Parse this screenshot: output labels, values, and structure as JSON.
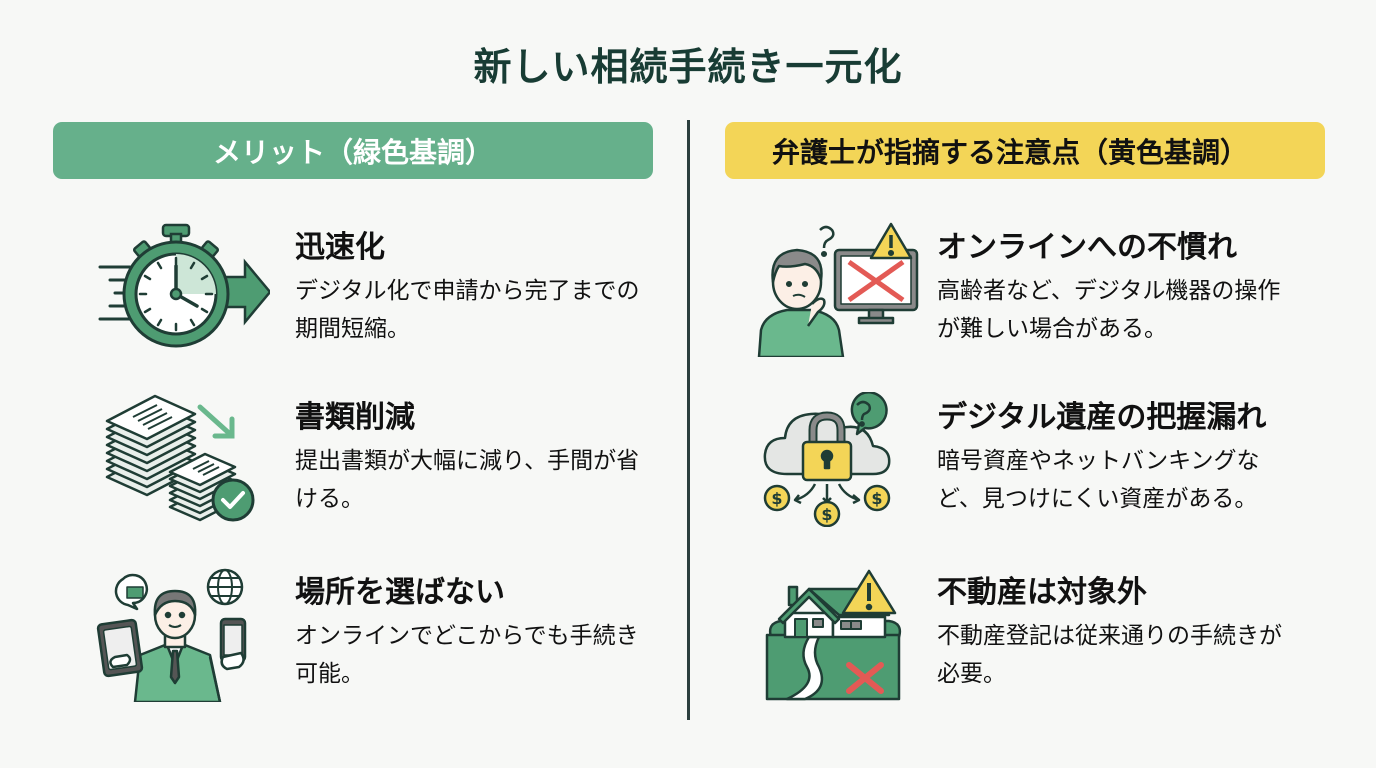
{
  "title": "新しい相続手続き一元化",
  "colors": {
    "merit_header": "#66b08b",
    "caution_header": "#f3d557",
    "title_text": "#183c34",
    "icon_green": "#4e9c72",
    "icon_dark": "#1f3d35",
    "warning_yellow": "#f3d557",
    "error_red": "#e35a55"
  },
  "merits": {
    "header": "メリット（緑色基調）",
    "items": [
      {
        "icon": "stopwatch-icon",
        "title": "迅速化",
        "desc": "デジタル化で申請から完了までの期間短縮。"
      },
      {
        "icon": "document-stack-icon",
        "title": "書類削減",
        "desc": "提出書類が大幅に減り、手間が省ける。"
      },
      {
        "icon": "businessman-devices-icon",
        "title": "場所を選ばない",
        "desc": "オンラインでどこからでも手続き可能。"
      }
    ]
  },
  "cautions": {
    "header": "弁護士が指摘する注意点（黄色基調）",
    "items": [
      {
        "icon": "confused-person-monitor-icon",
        "title": "オンラインへの不慣れ",
        "desc": "高齢者など、デジタル機器の操作が難しい場合がある。"
      },
      {
        "icon": "cloud-lock-assets-icon",
        "title": "デジタル遺産の把握漏れ",
        "desc": "暗号資産やネットバンキングなど、見つけにくい資産がある。"
      },
      {
        "icon": "house-excluded-icon",
        "title": "不動産は対象外",
        "desc": "不動産登記は従来通りの手続きが必要。"
      }
    ]
  }
}
